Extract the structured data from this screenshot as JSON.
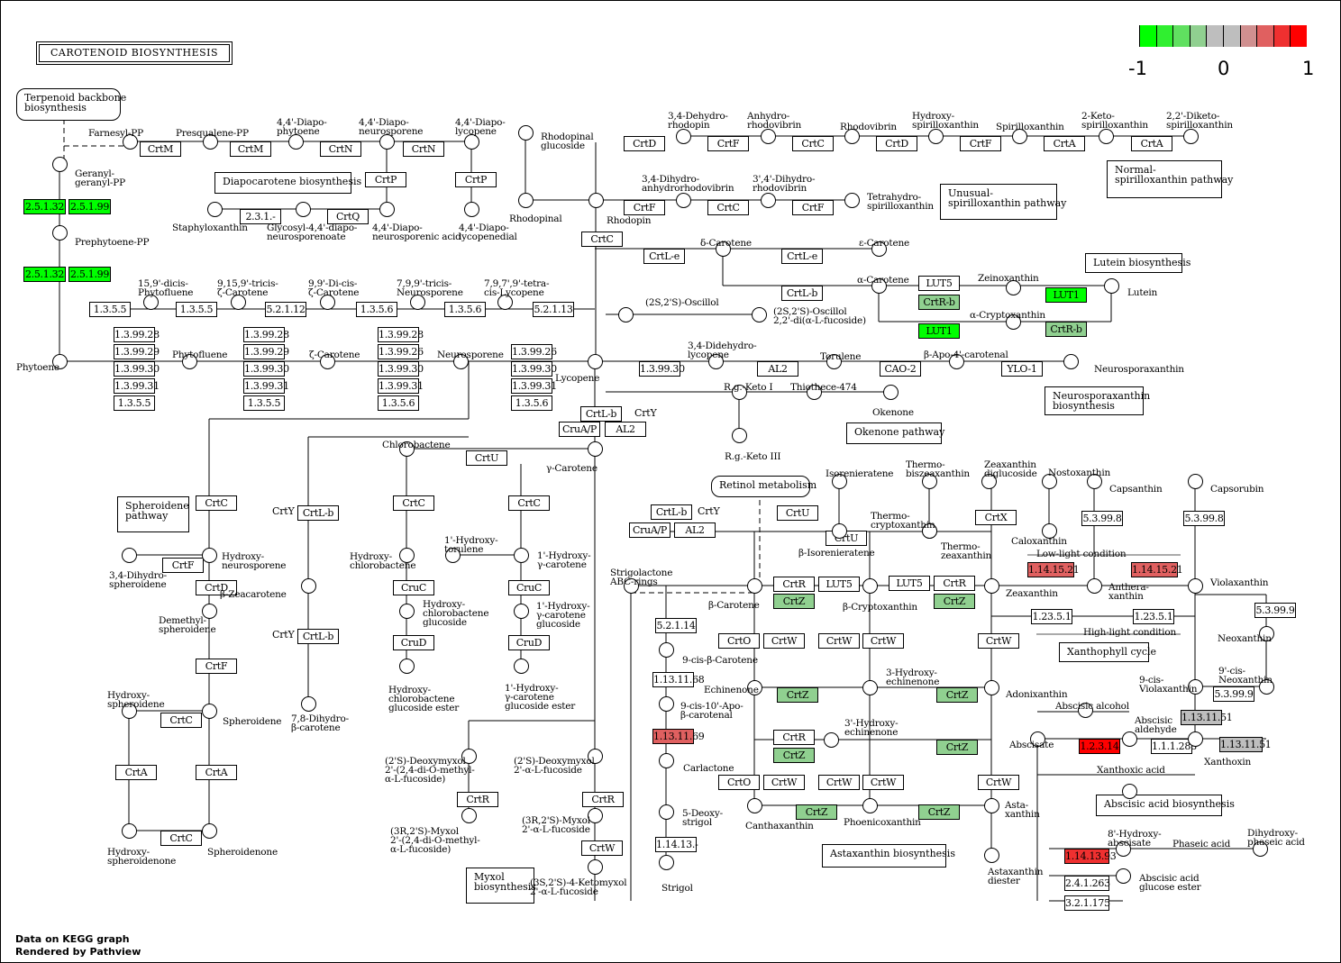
{
  "title": "CAROTENOID BIOSYNTHESIS",
  "colors": {
    "up_strong": "#ff0000",
    "up_mid": "#ef3030",
    "up_light": "#e06060",
    "neutral": "#bebebe",
    "down_light": "#90d090",
    "down_strong": "#00ff00"
  },
  "legend": {
    "ticks": [
      "-1",
      "0",
      "1"
    ],
    "range": [
      -1,
      1
    ],
    "swatches": [
      "#00ff00",
      "#30ef30",
      "#60e060",
      "#90d090",
      "#bebebe",
      "#bebebe",
      "#d09090",
      "#e06060",
      "#ef3030",
      "#ff0000"
    ]
  },
  "footer": [
    "Data on KEGG graph",
    "Rendered by Pathview"
  ],
  "map_links": [
    {
      "id": "terpenoid",
      "label": "Terpenoid backbone\nbiosynthesis",
      "round": true
    },
    {
      "id": "diapocarotene",
      "label": "Diapocarotene biosynthesis"
    },
    {
      "id": "normal_spx",
      "label": "Normal-\nspirilloxanthin pathway"
    },
    {
      "id": "unusual_spx",
      "label": "Unusual-\nspirilloxanthin pathway"
    },
    {
      "id": "lutein",
      "label": "Lutein biosynthesis"
    },
    {
      "id": "neurospora",
      "label": "Neurosporaxanthin\nbiosynthesis"
    },
    {
      "id": "okenone",
      "label": "Okenone pathway"
    },
    {
      "id": "spheroidene",
      "label": "Spheroidene\npathway"
    },
    {
      "id": "retinol",
      "label": "Retinol metabolism",
      "round": true
    },
    {
      "id": "xanthophyll",
      "label": "Xanthophyll cycle"
    },
    {
      "id": "abscisic",
      "label": "Abscisic acid biosynthesis"
    },
    {
      "id": "astaxanthin",
      "label": "Astaxanthin biosynthesis"
    },
    {
      "id": "myxol",
      "label": "Myxol\nbiosynthesis"
    }
  ],
  "enzymes": [
    {
      "label": "2.5.1.32",
      "color": "#00ff00"
    },
    {
      "label": "2.5.1.99",
      "color": "#00ff00"
    },
    {
      "label": "2.5.1.32",
      "color": "#00ff00"
    },
    {
      "label": "2.5.1.99",
      "color": "#00ff00"
    },
    {
      "label": "CrtM"
    },
    {
      "label": "CrtM"
    },
    {
      "label": "CrtN"
    },
    {
      "label": "CrtN"
    },
    {
      "label": "CrtP"
    },
    {
      "label": "CrtP"
    },
    {
      "label": "CrtQ"
    },
    {
      "label": "2.3.1.-"
    },
    {
      "label": "CrtD"
    },
    {
      "label": "CrtF"
    },
    {
      "label": "CrtC"
    },
    {
      "label": "CrtD"
    },
    {
      "label": "CrtF"
    },
    {
      "label": "CrtA"
    },
    {
      "label": "CrtA"
    },
    {
      "label": "CrtF"
    },
    {
      "label": "CrtC"
    },
    {
      "label": "CrtF"
    },
    {
      "label": "CrtC"
    },
    {
      "label": "1.3.5.5"
    },
    {
      "label": "1.3.5.5"
    },
    {
      "label": "5.2.1.12"
    },
    {
      "label": "1.3.5.6"
    },
    {
      "label": "1.3.5.6"
    },
    {
      "label": "5.2.1.13"
    },
    {
      "label": "1.3.99.28"
    },
    {
      "label": "1.3.99.29"
    },
    {
      "label": "1.3.99.30"
    },
    {
      "label": "1.3.99.31"
    },
    {
      "label": "1.3.5.5"
    },
    {
      "label": "1.3.99.28"
    },
    {
      "label": "1.3.99.29"
    },
    {
      "label": "1.3.99.30"
    },
    {
      "label": "1.3.99.31"
    },
    {
      "label": "1.3.5.5"
    },
    {
      "label": "1.3.99.28"
    },
    {
      "label": "1.3.99.26"
    },
    {
      "label": "1.3.99.30"
    },
    {
      "label": "1.3.99.31"
    },
    {
      "label": "1.3.5.6"
    },
    {
      "label": "1.3.99.26"
    },
    {
      "label": "1.3.99.30"
    },
    {
      "label": "1.3.99.31"
    },
    {
      "label": "1.3.5.6"
    },
    {
      "label": "CrtL-e"
    },
    {
      "label": "CrtL-e"
    },
    {
      "label": "CrtL-b"
    },
    {
      "label": "LUT5"
    },
    {
      "label": "CrtR-b",
      "color": "#90d090"
    },
    {
      "label": "LUT1",
      "color": "#00ff00"
    },
    {
      "label": "LUT1",
      "color": "#00ff00"
    },
    {
      "label": "CrtR-b",
      "color": "#90d090"
    },
    {
      "label": "1.3.99.30"
    },
    {
      "label": "AL2"
    },
    {
      "label": "CAO-2"
    },
    {
      "label": "YLO-1"
    },
    {
      "label": "CrtL-b"
    },
    {
      "label": "CruA/P"
    },
    {
      "label": "AL2"
    },
    {
      "label": "CrtC"
    },
    {
      "label": "CrtL-b"
    },
    {
      "label": "CrtD"
    },
    {
      "label": "CrtF"
    },
    {
      "label": "CrtF"
    },
    {
      "label": "CrtL-b"
    },
    {
      "label": "CrtC"
    },
    {
      "label": "CrtA"
    },
    {
      "label": "CrtA"
    },
    {
      "label": "CrtC"
    },
    {
      "label": "CrtU"
    },
    {
      "label": "CrtC"
    },
    {
      "label": "CruC"
    },
    {
      "label": "CruD"
    },
    {
      "label": "CrtC"
    },
    {
      "label": "CruC"
    },
    {
      "label": "CruD"
    },
    {
      "label": "CrtR"
    },
    {
      "label": "CrtR"
    },
    {
      "label": "CrtW"
    },
    {
      "label": "CrtL-b"
    },
    {
      "label": "CruA/P"
    },
    {
      "label": "AL2"
    },
    {
      "label": "CrtU"
    },
    {
      "label": "CrtU"
    },
    {
      "label": "CrtR"
    },
    {
      "label": "LUT5"
    },
    {
      "label": "CrtZ",
      "color": "#90d090"
    },
    {
      "label": "LUT5"
    },
    {
      "label": "CrtR"
    },
    {
      "label": "CrtZ",
      "color": "#90d090"
    },
    {
      "label": "CrtX"
    },
    {
      "label": "5.2.1.14"
    },
    {
      "label": "1.13.11.68"
    },
    {
      "label": "1.13.11.69",
      "color": "#e06060"
    },
    {
      "label": "1.14.13.-"
    },
    {
      "label": "CrtO"
    },
    {
      "label": "CrtW"
    },
    {
      "label": "CrtW"
    },
    {
      "label": "CrtW"
    },
    {
      "label": "CrtW"
    },
    {
      "label": "CrtZ",
      "color": "#90d090"
    },
    {
      "label": "CrtZ",
      "color": "#90d090"
    },
    {
      "label": "CrtR"
    },
    {
      "label": "CrtZ",
      "color": "#90d090"
    },
    {
      "label": "CrtZ",
      "color": "#90d090"
    },
    {
      "label": "CrtO"
    },
    {
      "label": "CrtW"
    },
    {
      "label": "CrtW"
    },
    {
      "label": "CrtW"
    },
    {
      "label": "CrtW"
    },
    {
      "label": "CrtZ",
      "color": "#90d090"
    },
    {
      "label": "CrtZ",
      "color": "#90d090"
    },
    {
      "label": "1.14.15.21",
      "color": "#e06060"
    },
    {
      "label": "1.14.15.21",
      "color": "#e06060"
    },
    {
      "label": "1.23.5.1"
    },
    {
      "label": "1.23.5.1"
    },
    {
      "label": "5.3.99.8"
    },
    {
      "label": "5.3.99.8"
    },
    {
      "label": "5.3.99.9"
    },
    {
      "label": "5.3.99.9"
    },
    {
      "label": "1.13.11.51",
      "color": "#bebebe"
    },
    {
      "label": "1.13.11.51",
      "color": "#bebebe"
    },
    {
      "label": "1.1.1.288"
    },
    {
      "label": "1.2.3.14",
      "color": "#ff0000"
    },
    {
      "label": "1.14.13.93",
      "color": "#ef3030"
    },
    {
      "label": "2.4.1.263"
    },
    {
      "label": "3.2.1.175"
    }
  ],
  "compound_labels": [
    "Farnesyl-PP",
    "Presqualene-PP",
    "4,4'-Diapo-\nphytoene",
    "4,4'-Diapo-\nneurosporene",
    "4,4'-Diapo-\nlycopene",
    "Geranyl-\ngeranyl-PP",
    "Prephytoene-PP",
    "Staphyloxanthin",
    "Glycosyl-4,4'-diapo-\nneurosporenoate",
    "4,4'-Diapo-\nneurosporenic acid",
    "4,4'-Diapo-\nlycopenedial",
    "Rhodopinal\nglucoside",
    "Rhodopinal",
    "Rhodopin",
    "3,4-Dehydro-\nrhodopin",
    "Anhydro-\nrhodovibrin",
    "Rhodovibrin",
    "Hydroxy-\nspirilloxanthin",
    "Spirilloxanthin",
    "2-Keto-\nspirilloxanthin",
    "2,2'-Diketo-\nspirilloxanthin",
    "3,4-Dihydro-\nanhydrorhodovibrin",
    "3',4'-Dihydro-\nrhodovibrin",
    "Tetrahydro-\nspirilloxanthin",
    "15,9'-dicis-\nPhytofluene",
    "9,15,9'-tricis-\nζ-Carotene",
    "9,9'-Di-cis-\nζ-Carotene",
    "7,9,9'-tricis-\nNeurosporene",
    "7,9,7',9'-tetra-\ncis-Lycopene",
    "Phytoene",
    "Phytofluene",
    "ζ-Carotene",
    "Neurosporene",
    "Lycopene",
    "δ-Carotene",
    "ε-Carotene",
    "α-Carotene",
    "Zeinoxanthin",
    "Lutein",
    "α-Cryptoxanthin",
    "(2S,2'S)-Oscillol",
    "(2S,2'S)-Oscillol\n2,2'-di(α-L-fucoside)",
    "3,4-Didehydro-\nlycopene",
    "Torulene",
    "β-Apo-4'-carotenal",
    "Neurosporaxanthin",
    "R.g.-Keto I",
    "Thiothece-474",
    "Okenone",
    "R.g.-Keto III",
    "Hydroxy-\nneurosporene",
    "3,4-Dihydro-\nspheroidene",
    "Demethyl-\nspheroidene",
    "Hydroxy-\nspheroidene",
    "Spheroidene",
    "Hydroxy-\nspheroidenone",
    "Spheroidenone",
    "β-Zeacarotene",
    "7,8-Dihydro-\nβ-carotene",
    "Chlorobactene",
    "γ-Carotene",
    "Hydroxy-\nchlorobactene",
    "Hydroxy-\nchlorobactene\nglucoside",
    "Hydroxy-\nchlorobactene\nglucoside ester",
    "1'-Hydroxy-\ntorulene",
    "1'-Hydroxy-\nγ-carotene",
    "1'-Hydroxy-\nγ-carotene\nglucoside",
    "1'-Hydroxy-\nγ-carotene\nglucoside ester",
    "(2'S)-Deoxymyxol\n2'-(2,4-di-O-methyl-\nα-L-fucoside)",
    "(3R,2'S)-Myxol\n2'-(2,4-di-O-methyl-\nα-L-fucoside)",
    "(2'S)-Deoxymyxol\n2'-α-L-fucoside",
    "(3R,2'S)-Myxol\n2'-α-L-fucoside",
    "(3S,2'S)-4-Ketomyxol\n2'-α-L-fucoside",
    "Strigolactone\nABC-rings",
    "β-Carotene",
    "9-cis-β-Carotene",
    "9-cis-10'-Apo-\nβ-carotenal",
    "Carlactone",
    "5-Deoxy-\nstrigol",
    "Strigol",
    "Isorenieratene",
    "β-Isorenieratene",
    "Thermo-\ncryptoxanthin",
    "Thermo-\nbiszeaxanthin",
    "Thermo-\nzeaxanthin",
    "Zeaxanthin\ndiglucoside",
    "Nostoxanthin",
    "Caloxanthin",
    "β-Cryptoxanthin",
    "Zeaxanthin",
    "Capsanthin",
    "Capsorubin",
    "Anthera-\nxanthin",
    "Violaxanthin",
    "Neoxanthin",
    "9-cis-\nViolaxanthin",
    "9'-cis-\nNeoxanthin",
    "Xanthoxin",
    "Echinenone",
    "3-Hydroxy-\nechinenone",
    "3'-Hydroxy-\nechinenone",
    "Adonixanthin",
    "Canthaxanthin",
    "Phoenicoxanthin",
    "Asta-\nxanthin",
    "Astaxanthin\ndiester",
    "Abscisic alcohol",
    "Abscisic\naldehyde",
    "Abscisate",
    "Xanthoxic acid",
    "8'-Hydroxy-\nabscisate",
    "Phaseic acid",
    "Dihydroxy-\nphaseic acid",
    "Abscisic acid\nglucose ester"
  ],
  "annotations": {
    "crty_labels": [
      "CrtY",
      "CrtY",
      "CrtY",
      "CrtY"
    ],
    "low_light": "Low-light condition",
    "high_light": "High-light condition"
  }
}
